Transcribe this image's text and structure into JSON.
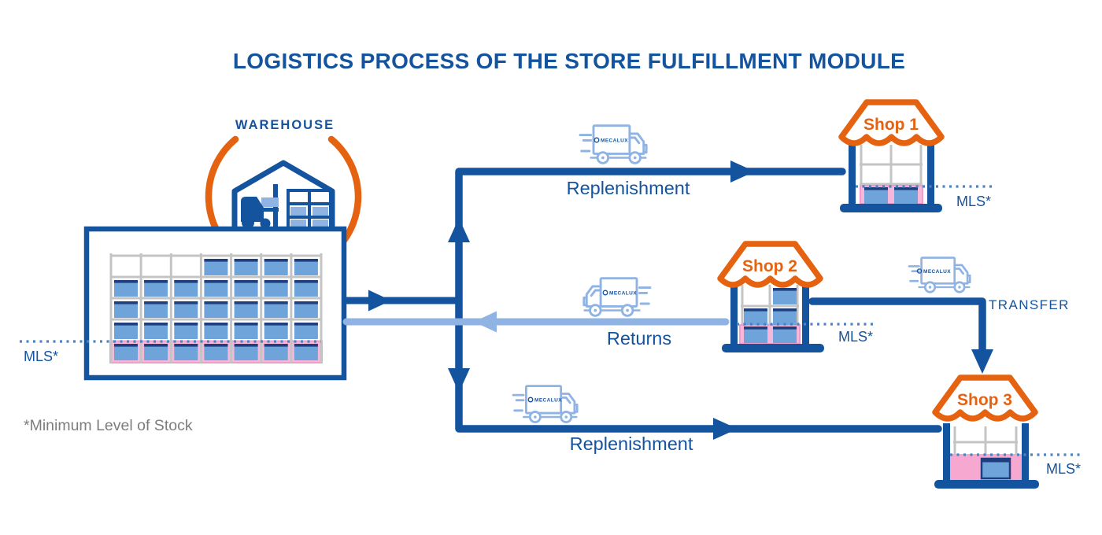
{
  "title": "LOGISTICS PROCESS OF THE STORE FULFILLMENT MODULE",
  "footnote": "*Minimum Level of Stock",
  "truck_brand": "MECALUX",
  "warehouse": {
    "label": "WAREHOUSE",
    "mls": "MLS*"
  },
  "flows": {
    "replenishment_top": {
      "label": "Replenishment"
    },
    "returns": {
      "label": "Returns"
    },
    "transfer": {
      "label": "TRANSFER"
    },
    "replenishment_bottom": {
      "label": "Replenishment"
    }
  },
  "shops": [
    {
      "name": "Shop 1",
      "mls": "MLS*"
    },
    {
      "name": "Shop 2",
      "mls": "MLS*"
    },
    {
      "name": "Shop 3",
      "mls": "MLS*"
    }
  ],
  "icons": {
    "warehouse": "warehouse-building-with-forklift-and-rack-icon",
    "trucks": "mecalux-delivery-truck-icon",
    "shops": "storefront-with-awning-icon"
  },
  "colors": {
    "dark_blue": "#14539e",
    "navy_box_top": "#1e3e7d",
    "light_blue_line": "#8fb3e2",
    "box_fill": "#6fa4da",
    "orange": "#e56310",
    "pink_fill": "#f6b7da",
    "pink_border": "#f19cc9",
    "pink_strong": "#f7a8d1",
    "rack_grey": "#c4c4c4",
    "dotted_blue": "#4a82c4",
    "note_grey": "#7d7d7d"
  }
}
